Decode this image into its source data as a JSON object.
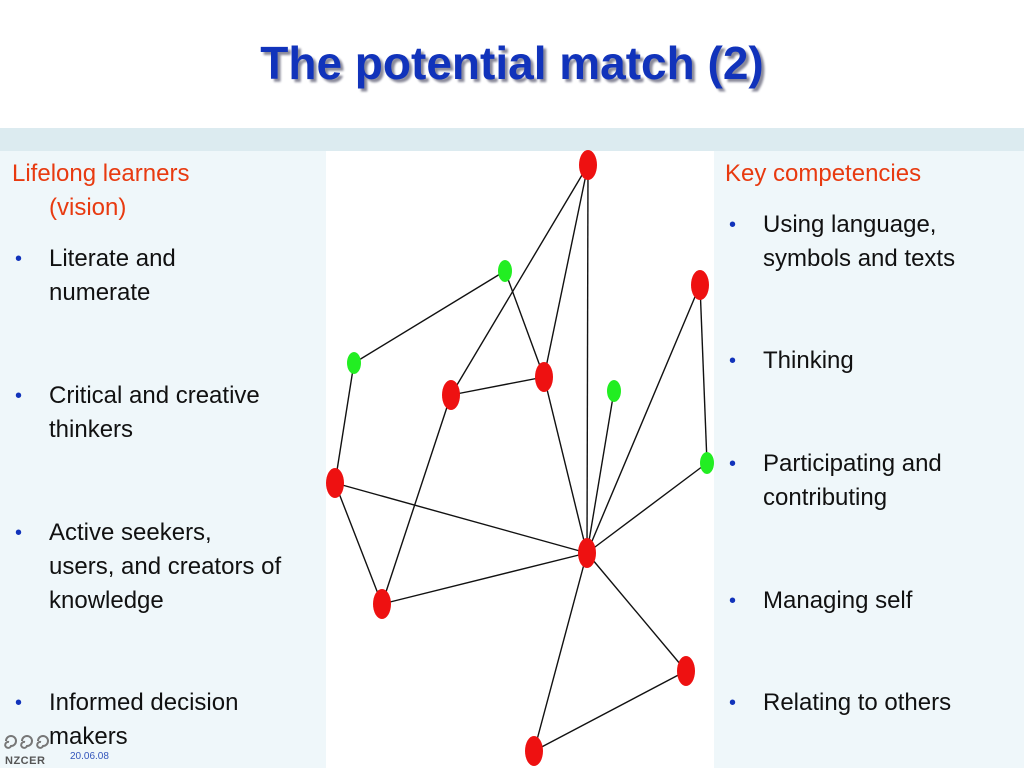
{
  "slide": {
    "title": "The potential match (2)",
    "date": "20.06.08",
    "logo_text": "NZCER"
  },
  "left_column": {
    "heading_line1": "Lifelong learners",
    "heading_line2": "(vision)",
    "items": [
      {
        "line1": "Literate and",
        "line2": "numerate"
      },
      {
        "line1": "Critical and creative",
        "line2": "thinkers"
      },
      {
        "line1": "Active seekers,",
        "line2": "users, and creators of",
        "line3": "knowledge"
      },
      {
        "line1": "Informed decision",
        "line2": "makers"
      }
    ]
  },
  "right_column": {
    "heading": "Key competencies",
    "items": [
      {
        "line1": "Using language,",
        "line2": "symbols and texts"
      },
      {
        "line1": "Thinking"
      },
      {
        "line1": "Participating and",
        "line2": "contributing"
      },
      {
        "line1": "Managing self"
      },
      {
        "line1": "Relating to others"
      }
    ]
  },
  "colors": {
    "title": "#1133bb",
    "heading": "#e83a10",
    "bullet": "#1133bb",
    "red_node": "#ee1111",
    "green_node": "#22ee22"
  },
  "network": {
    "nodes": [
      {
        "id": "n1",
        "color": "red"
      },
      {
        "id": "n2",
        "color": "green"
      },
      {
        "id": "n3",
        "color": "green"
      },
      {
        "id": "n4",
        "color": "red"
      },
      {
        "id": "n5",
        "color": "red"
      },
      {
        "id": "n6",
        "color": "red"
      },
      {
        "id": "n7",
        "color": "green"
      },
      {
        "id": "n8",
        "color": "red"
      },
      {
        "id": "n9",
        "color": "green"
      },
      {
        "id": "n10",
        "color": "red"
      },
      {
        "id": "n11",
        "color": "red"
      },
      {
        "id": "n12",
        "color": "red"
      },
      {
        "id": "n13",
        "color": "red"
      }
    ],
    "edges": [
      [
        "n1",
        "n6"
      ],
      [
        "n1",
        "n5"
      ],
      [
        "n1",
        "n10"
      ],
      [
        "n3",
        "n2"
      ],
      [
        "n2",
        "n5"
      ],
      [
        "n3",
        "n8"
      ],
      [
        "n6",
        "n5"
      ],
      [
        "n6",
        "n11"
      ],
      [
        "n8",
        "n10"
      ],
      [
        "n8",
        "n11"
      ],
      [
        "n5",
        "n10"
      ],
      [
        "n7",
        "n10"
      ],
      [
        "n4",
        "n9"
      ],
      [
        "n4",
        "n10"
      ],
      [
        "n9",
        "n10"
      ],
      [
        "n11",
        "n10"
      ],
      [
        "n10",
        "n12"
      ],
      [
        "n10",
        "n13"
      ],
      [
        "n13",
        "n12"
      ]
    ]
  }
}
